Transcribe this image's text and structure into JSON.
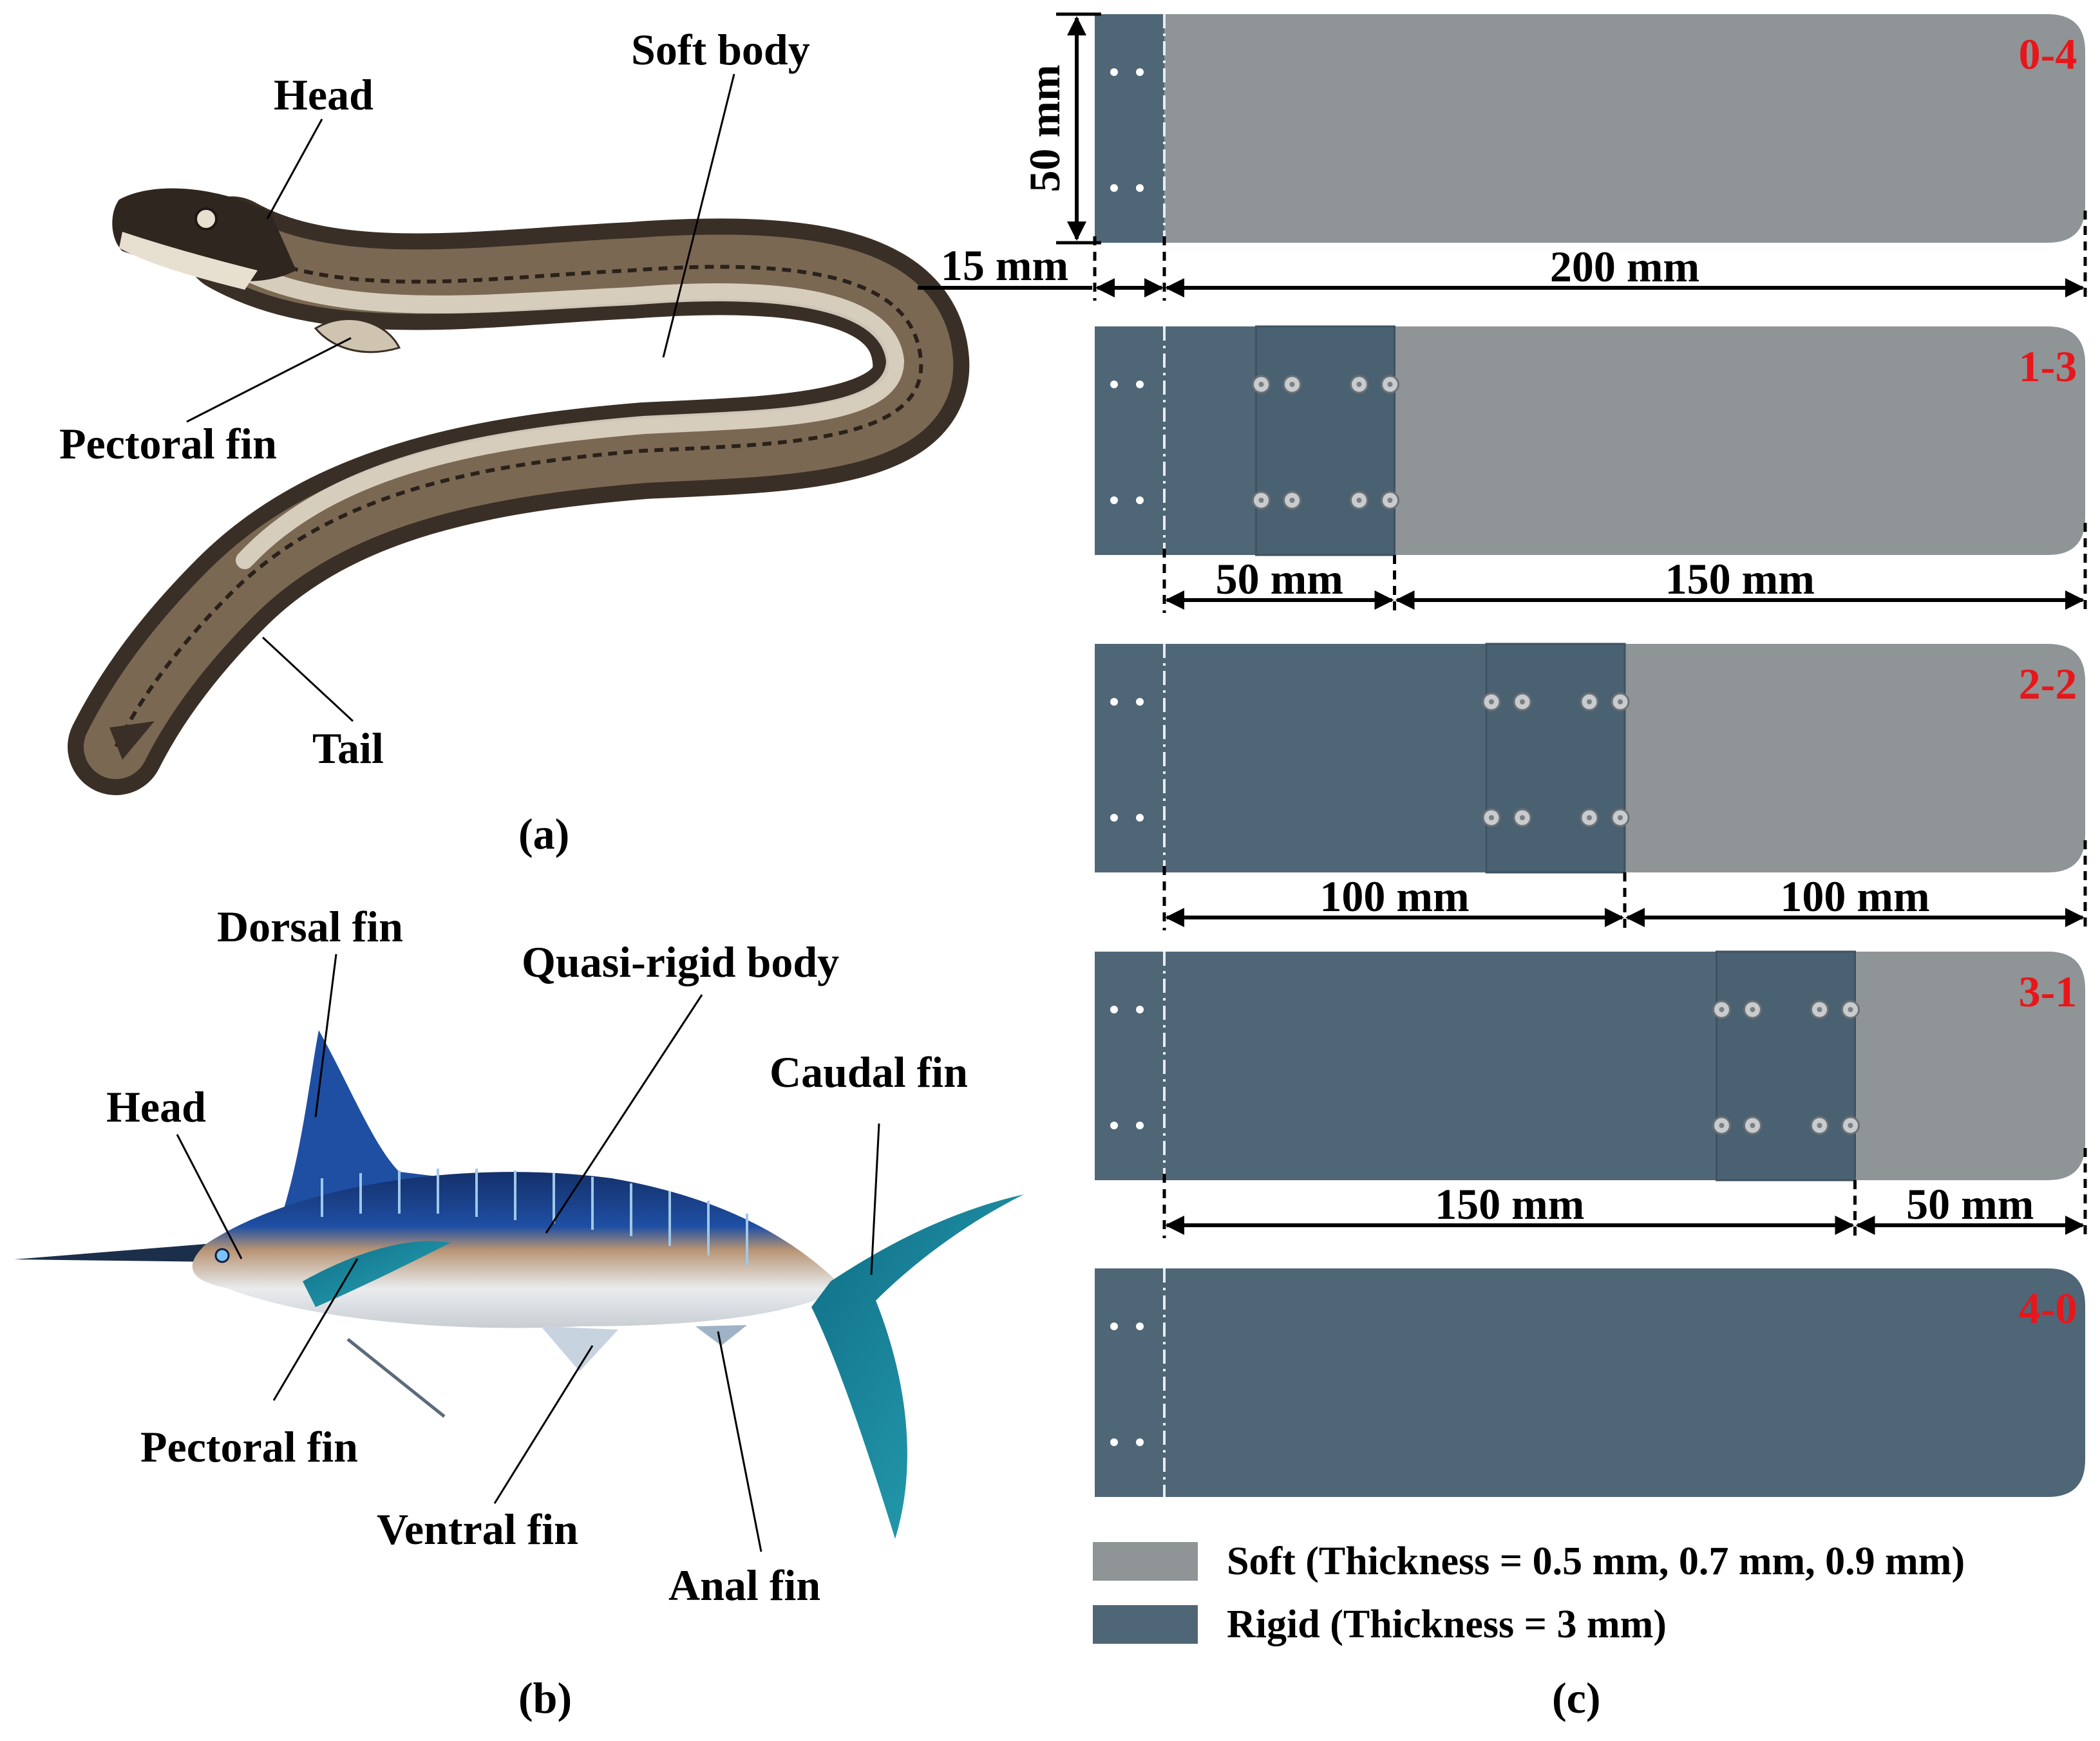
{
  "colors": {
    "soft": "#8f9496",
    "rigid": "#4f6677",
    "rigid_joint": "#4a6172",
    "label_red": "#e8161a",
    "text": "#000000",
    "eel_dark": "#3a2f26",
    "eel_light": "#e7dfd0",
    "marlin_blue": "#1f4fa3",
    "marlin_belly": "#e9ecef",
    "marlin_fin": "#2aa7b8"
  },
  "panel_a": {
    "caption": "(a)",
    "labels": {
      "head": "Head",
      "soft_body": "Soft body",
      "pectoral_fin": "Pectoral fin",
      "tail": "Tail"
    },
    "image": "eel-illustration"
  },
  "panel_b": {
    "caption": "(b)",
    "labels": {
      "dorsal_fin": "Dorsal fin",
      "quasi_rigid_body": "Quasi-rigid body",
      "head": "Head",
      "caudal_fin": "Caudal fin",
      "pectoral_fin": "Pectoral fin",
      "ventral_fin": "Ventral fin",
      "anal_fin": "Anal fin"
    },
    "image": "marlin-illustration"
  },
  "panel_c": {
    "caption": "(c)",
    "height_dim": "50 mm",
    "clamp_dim": "15 mm",
    "plates": [
      {
        "id": "0-4",
        "rigid_mm": 0,
        "soft_mm": 200,
        "dims": [
          "200 mm"
        ]
      },
      {
        "id": "1-3",
        "rigid_mm": 50,
        "soft_mm": 150,
        "dims": [
          "50 mm",
          "150 mm"
        ]
      },
      {
        "id": "2-2",
        "rigid_mm": 100,
        "soft_mm": 100,
        "dims": [
          "100 mm",
          "100 mm"
        ]
      },
      {
        "id": "3-1",
        "rigid_mm": 150,
        "soft_mm": 50,
        "dims": [
          "150 mm",
          "50 mm"
        ]
      },
      {
        "id": "4-0",
        "rigid_mm": 200,
        "soft_mm": 0,
        "dims": []
      }
    ],
    "legend": [
      {
        "key": "soft",
        "label": "Soft (Thickness = 0.5 mm, 0.7 mm, 0.9 mm)"
      },
      {
        "key": "rigid",
        "label": "Rigid (Thickness = 3 mm)"
      }
    ]
  }
}
